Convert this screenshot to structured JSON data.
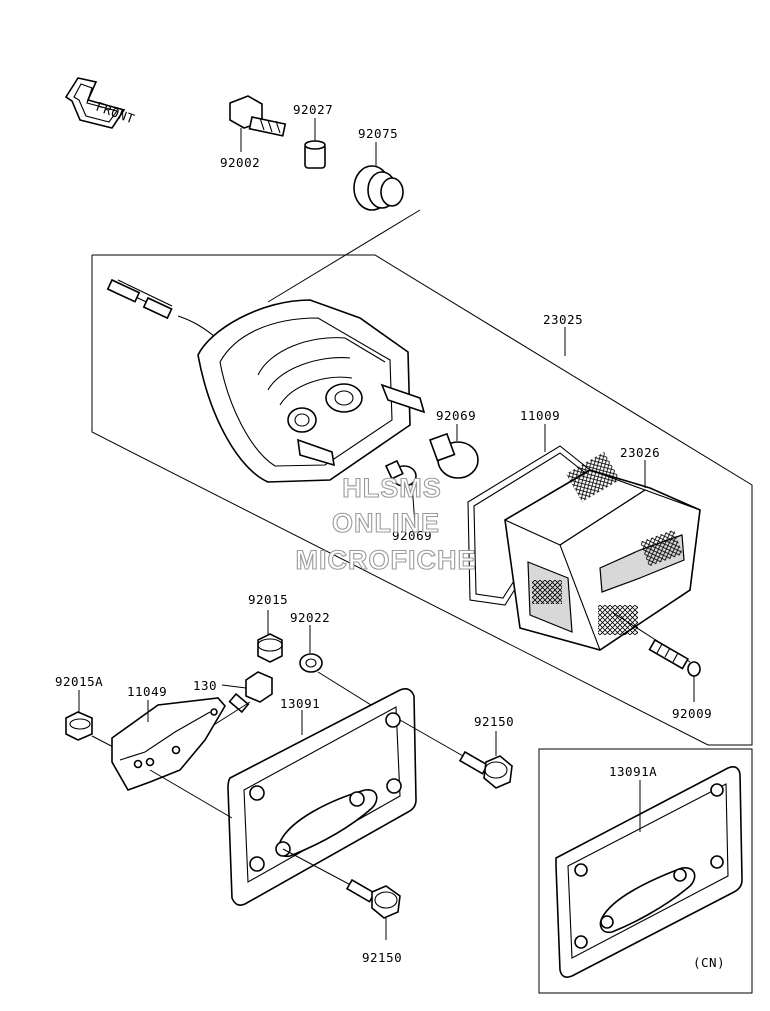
{
  "diagram": {
    "front_label": "FRONT",
    "watermark": [
      "HLSMS",
      "ONLINE",
      "MICROFICHE"
    ],
    "inset_note": "(CN)",
    "parts": [
      {
        "id": "p92002",
        "number": "92002"
      },
      {
        "id": "p92027",
        "number": "92027"
      },
      {
        "id": "p92075",
        "number": "92075"
      },
      {
        "id": "p23025",
        "number": "23025"
      },
      {
        "id": "p92069a",
        "number": "92069"
      },
      {
        "id": "p11009",
        "number": "11009"
      },
      {
        "id": "p23026",
        "number": "23026"
      },
      {
        "id": "p92069b",
        "number": "92069"
      },
      {
        "id": "p92015",
        "number": "92015"
      },
      {
        "id": "p92022",
        "number": "92022"
      },
      {
        "id": "p92015A",
        "number": "92015A"
      },
      {
        "id": "p11049",
        "number": "11049"
      },
      {
        "id": "p130",
        "number": "130"
      },
      {
        "id": "p13091",
        "number": "13091"
      },
      {
        "id": "p92150a",
        "number": "92150"
      },
      {
        "id": "p92009",
        "number": "92009"
      },
      {
        "id": "p13091A",
        "number": "13091A"
      },
      {
        "id": "p92150b",
        "number": "92150"
      }
    ]
  }
}
